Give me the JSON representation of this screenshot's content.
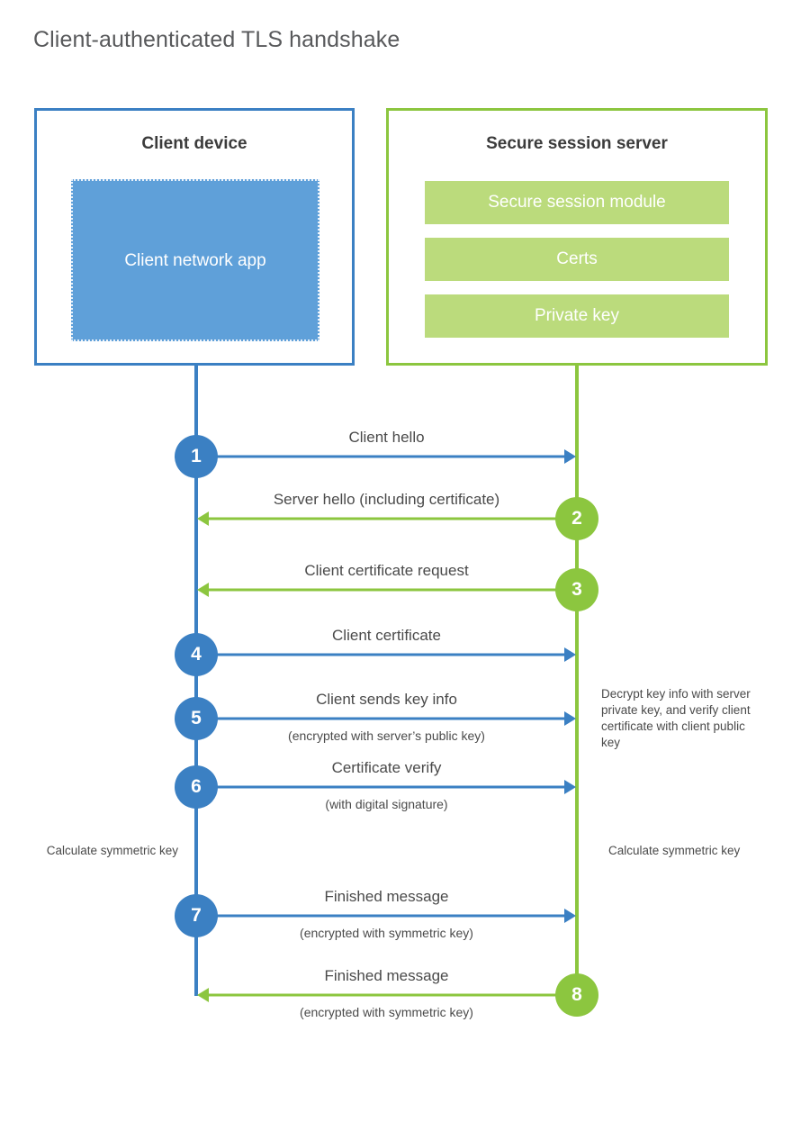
{
  "page": {
    "title": "Client-authenticated TLS handshake"
  },
  "colors": {
    "client_blue": "#3b80c3",
    "client_app_fill": "#5fa0d9",
    "server_green": "#8cc63f",
    "server_bar_fill": "#bbdb7c",
    "text_dark": "#4a4a4a",
    "title_gray": "#58595b"
  },
  "client": {
    "title": "Client device",
    "app_label": "Client network app"
  },
  "server": {
    "title": "Secure session server",
    "bars": [
      {
        "label": "Secure session module"
      },
      {
        "label": "Certs"
      },
      {
        "label": "Private key"
      }
    ]
  },
  "steps": [
    {
      "number": "1",
      "label": "Client hello",
      "sublabel": "",
      "direction": "right",
      "side": "client"
    },
    {
      "number": "2",
      "label": "Server hello (including certificate)",
      "sublabel": "",
      "direction": "left",
      "side": "server"
    },
    {
      "number": "3",
      "label": "Client certificate request",
      "sublabel": "",
      "direction": "left",
      "side": "server"
    },
    {
      "number": "4",
      "label": "Client certificate",
      "sublabel": "",
      "direction": "right",
      "side": "client"
    },
    {
      "number": "5",
      "label": "Client sends key info",
      "sublabel": "(encrypted with server’s public key)",
      "direction": "right",
      "side": "client"
    },
    {
      "number": "6",
      "label": "Certificate verify",
      "sublabel": "(with digital signature)",
      "direction": "right",
      "side": "client"
    },
    {
      "number": "7",
      "label": "Finished message",
      "sublabel": "(encrypted with symmetric key)",
      "direction": "right",
      "side": "client"
    },
    {
      "number": "8",
      "label": "Finished message",
      "sublabel": "(encrypted with symmetric key)",
      "direction": "left",
      "side": "server"
    }
  ],
  "notes": {
    "server_decrypt": "Decrypt key info with server private key, and verify client certificate with client public key",
    "client_calc": "Calculate symmetric key",
    "server_calc": "Calculate symmetric key"
  }
}
